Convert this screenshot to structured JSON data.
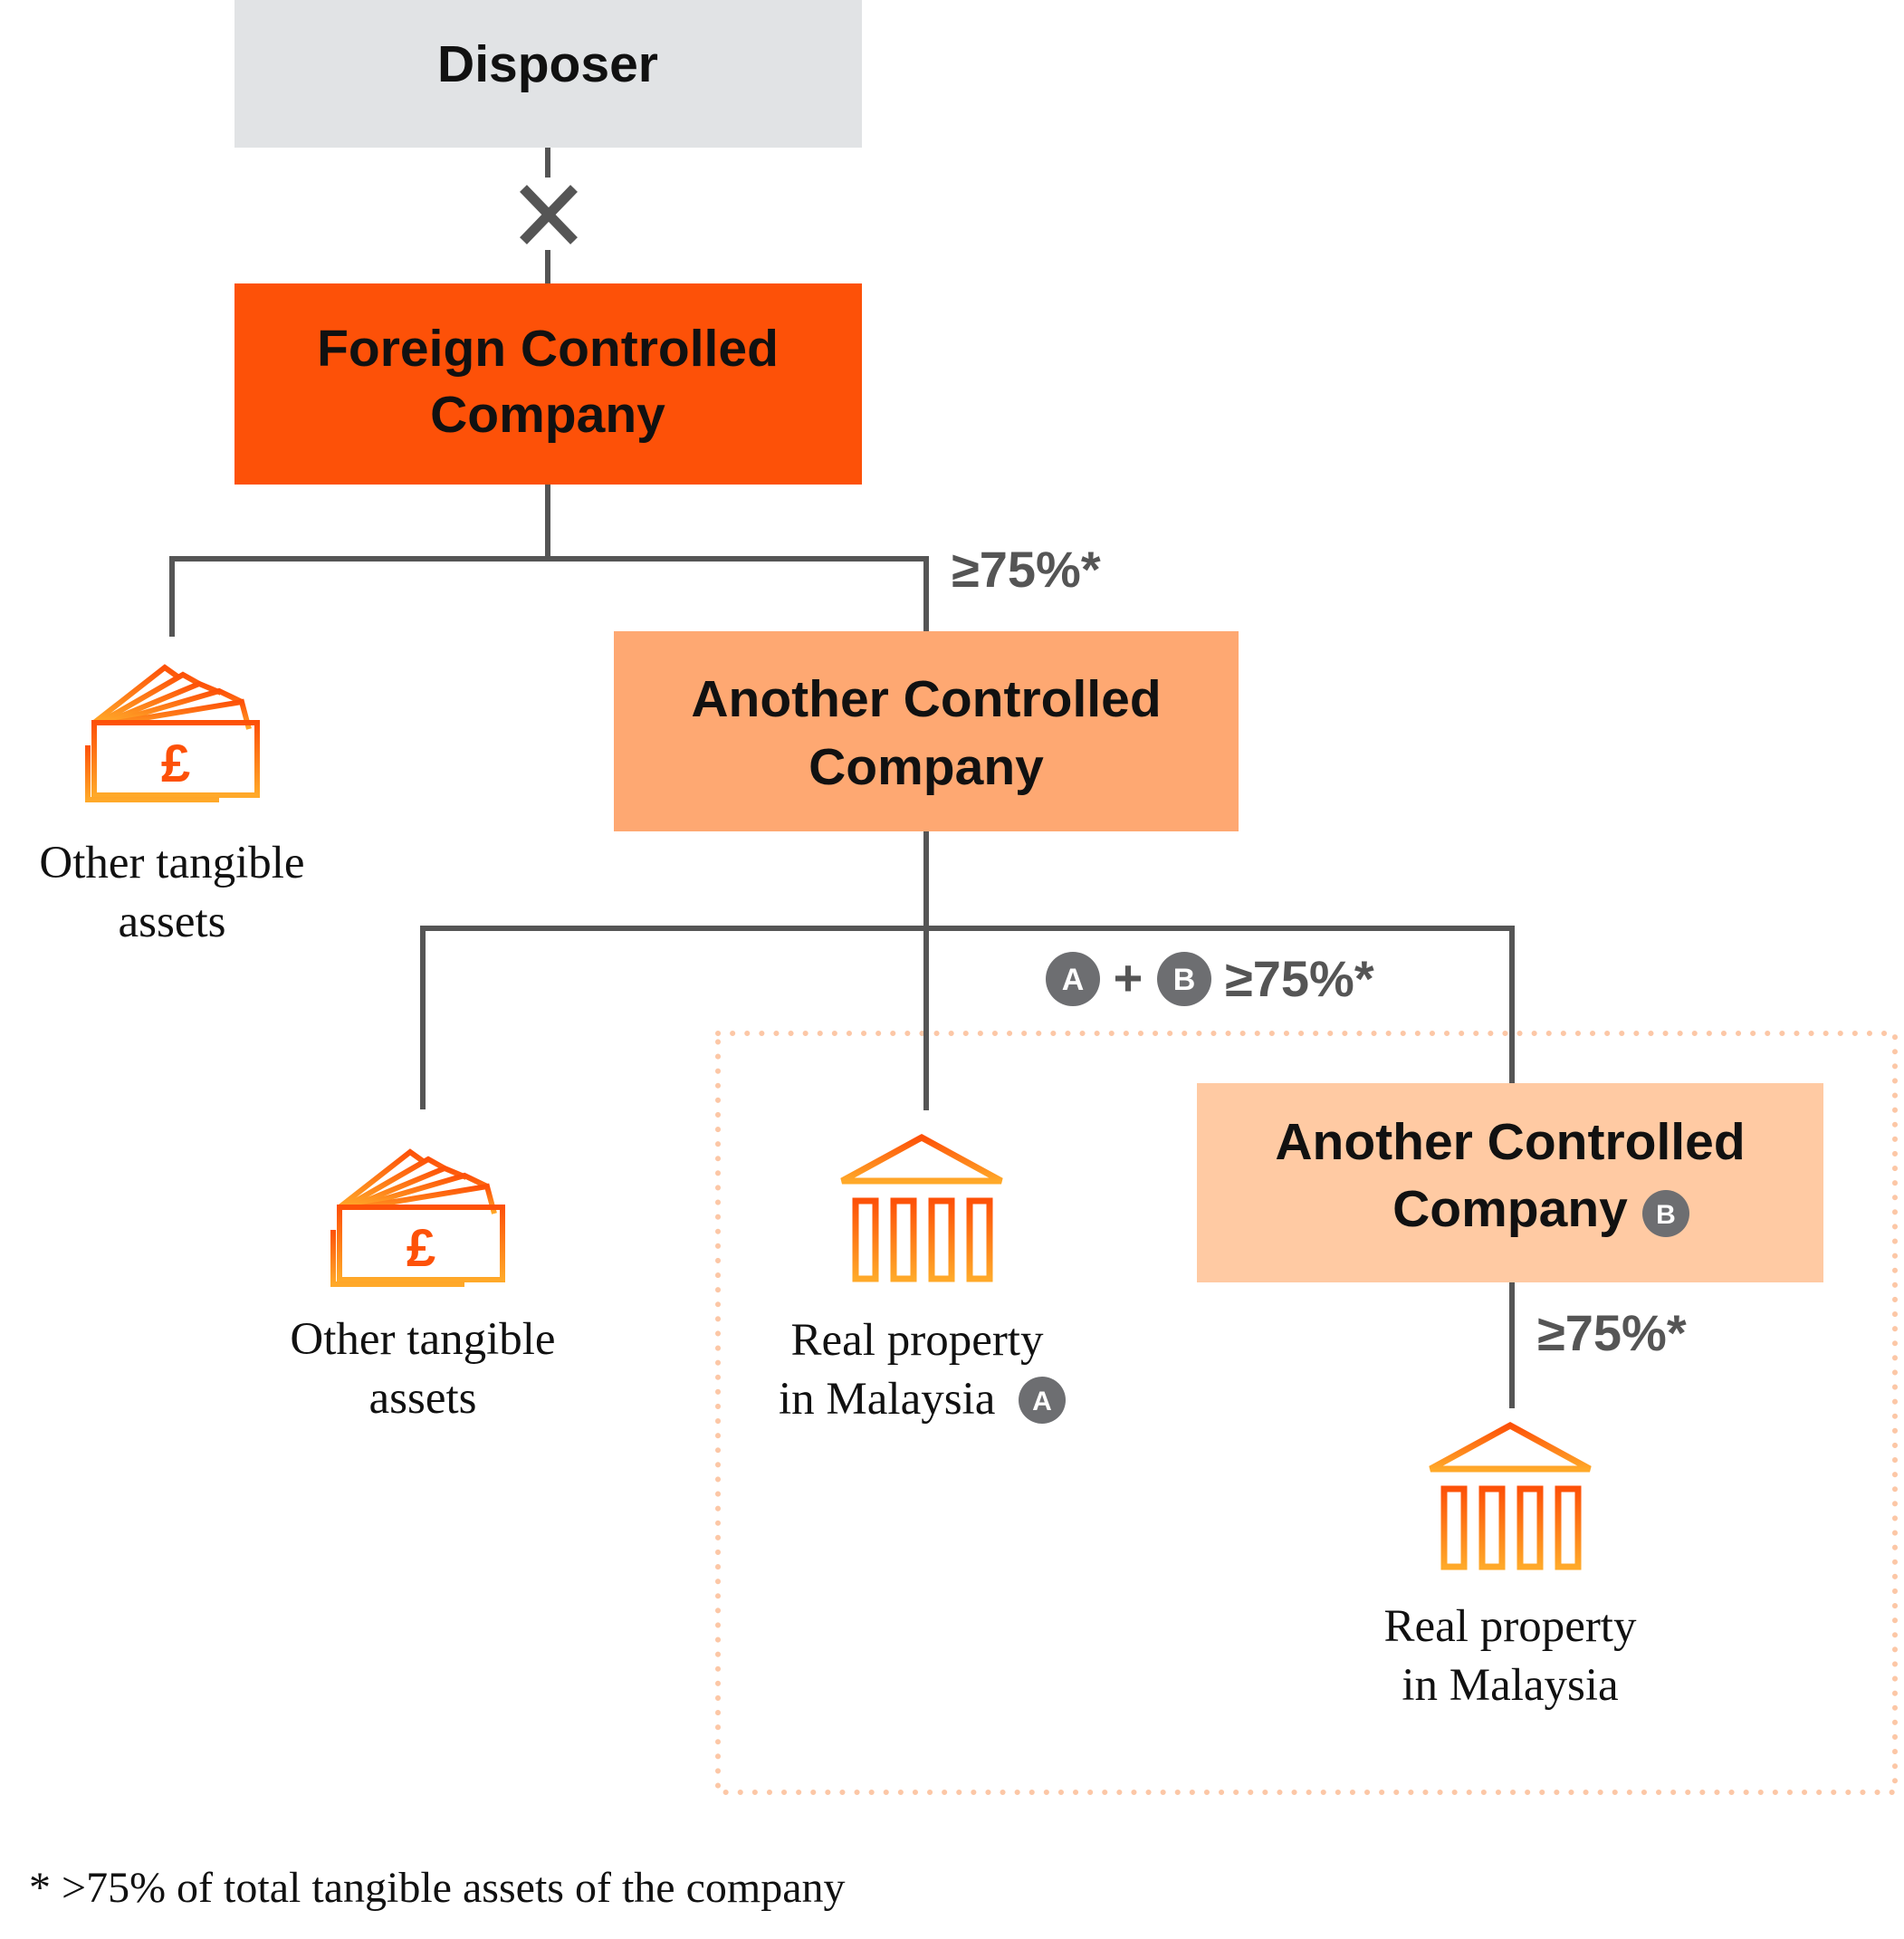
{
  "boxes": {
    "disposer": {
      "line1": "Disposer",
      "color": "#e1e3e5"
    },
    "foreign": {
      "line1": "Foreign Controlled",
      "line2": "Company",
      "color": "#fd5108"
    },
    "another1": {
      "line1": "Another Controlled",
      "line2": "Company",
      "color": "#fea872"
    },
    "another2": {
      "line1": "Another Controlled",
      "line2": "Company",
      "badge": "B",
      "color": "#ffcaa3"
    }
  },
  "labels": {
    "assets_left": {
      "line1": "Other tangible",
      "line2": "assets"
    },
    "assets_mid": {
      "line1": "Other tangible",
      "line2": "assets"
    },
    "property_a": {
      "line1": "Real property",
      "line2": "in Malaysia",
      "badge": "A"
    },
    "property_b": {
      "line1": "Real property",
      "line2": "in Malaysia"
    }
  },
  "percentages": {
    "first": "≥75%*",
    "combined": {
      "a": "A",
      "plus": "+",
      "b": "B",
      "value": "≥75%*"
    },
    "last": "≥75%*"
  },
  "footnote": "* >75% of total tangible assets of the company",
  "icons": {
    "money": "pound-banknotes-icon",
    "building": "bank-building-icon"
  },
  "colors": {
    "connector": "#555555",
    "icon_orange": "#fd5108",
    "icon_amber": "#ffa929",
    "badge": "#6d6e71",
    "dotted_border": "#fcc7a6"
  }
}
